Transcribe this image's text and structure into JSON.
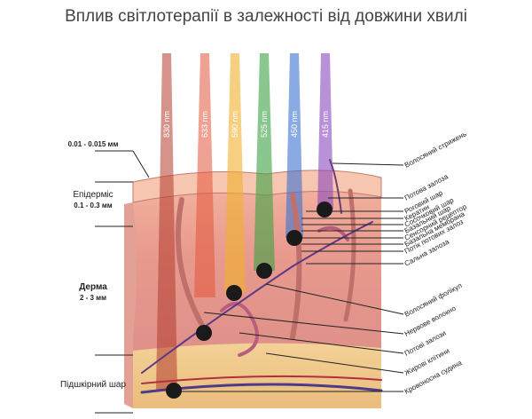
{
  "title": "Вплив світлотерапії в залежності від довжини хвилі",
  "wavelengths": [
    {
      "label": "830 nm",
      "color": "#b23a2e"
    },
    {
      "label": "633 nm",
      "color": "#e2553b"
    },
    {
      "label": "590 nm",
      "color": "#f0b12c"
    },
    {
      "label": "525 nm",
      "color": "#3aa142"
    },
    {
      "label": "450 nm",
      "color": "#3b72d1"
    },
    {
      "label": "415 nm",
      "color": "#8a48c0"
    }
  ],
  "left_labels": {
    "top_thickness": "0.01 - 0.015 мм",
    "epidermis": "Епідерміс",
    "epidermis_thickness": "0.1 - 0.3 мм",
    "dermis": "Дерма",
    "dermis_thickness": "2 - 3 мм",
    "subcutaneous": "Підшкірний шар"
  },
  "right_labels": [
    "Волосяний стрижень",
    "Потова залоза",
    "Роговий шар",
    "Кератин",
    "Сосочковий шар",
    "Базальний шар",
    "Сенсорний рецептор",
    "Базальна мембрана",
    "Потік потових залоз",
    "Сальна залоза",
    "Волосяний фолікул",
    "Нервове волокно",
    "Потові залози",
    "Жирові клітини",
    "Кровоносна судина"
  ]
}
